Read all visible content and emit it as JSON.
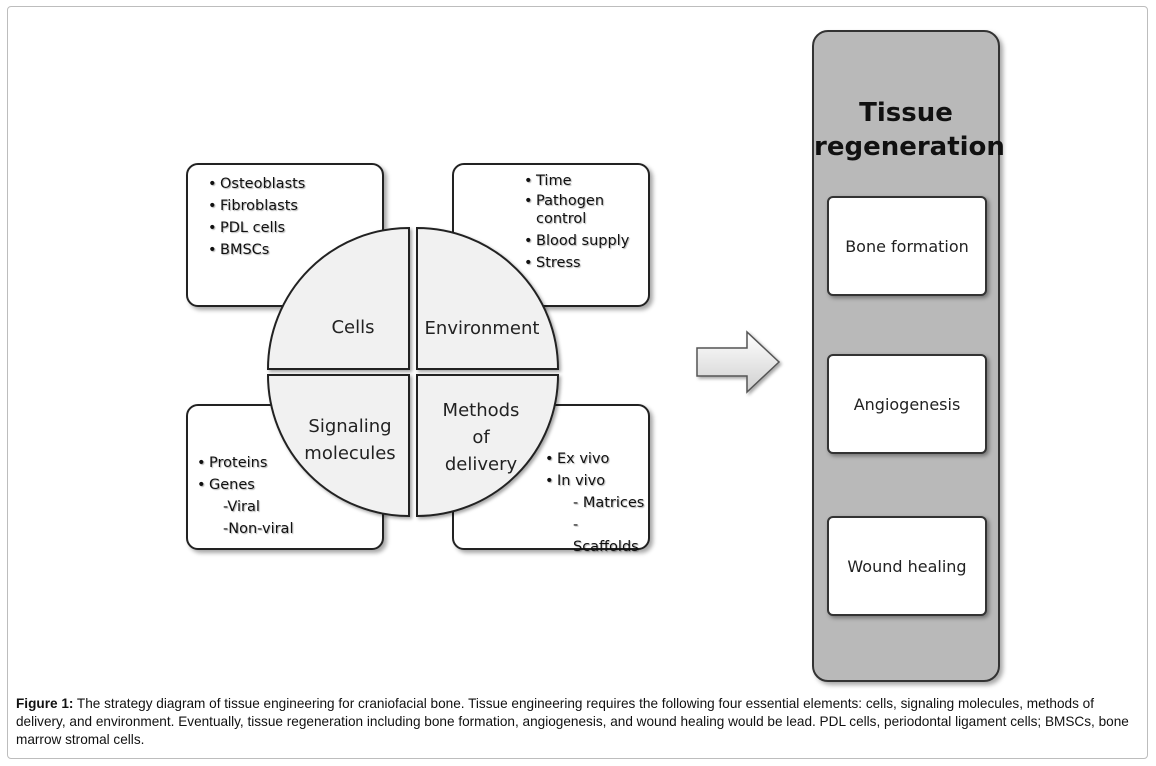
{
  "cells": {
    "title": "Cells",
    "items": [
      "Osteoblasts",
      "Fibroblasts",
      "PDL cells",
      "BMSCs"
    ]
  },
  "environment": {
    "title": "Environment",
    "items": [
      "Time",
      "Pathogen control",
      "Blood supply",
      "Stress"
    ]
  },
  "signaling": {
    "title_line1": "Signaling",
    "title_line2": "molecules",
    "items": [
      "Proteins",
      "Genes"
    ],
    "subitems": [
      "-Viral",
      "-Non-viral"
    ]
  },
  "delivery": {
    "title_line1": "Methods",
    "title_line2": "of",
    "title_line3": "delivery",
    "items": [
      "Ex vivo",
      "In vivo"
    ],
    "subitems": [
      "- Matrices",
      "- Scaffolds"
    ]
  },
  "regeneration": {
    "title_line1": "Tissue",
    "title_line2": "regeneration",
    "outcomes": [
      "Bone formation",
      "Angiogenesis",
      "Wound healing"
    ]
  },
  "caption": {
    "label": "Figure 1:",
    "text": " The strategy diagram of tissue engineering for craniofacial bone. Tissue engineering requires the following four essential elements: cells, signaling molecules, methods of delivery, and environment. Eventually, tissue regeneration including bone formation, angiogenesis, and wound healing would be lead. PDL cells, periodontal ligament cells; BMSCs, bone marrow stromal cells."
  },
  "colors": {
    "panel": "#b9b9b9",
    "quadrant_fill": "#f1f1f1",
    "outline": "#222222"
  },
  "icons": {
    "arrow": "right-arrow-icon"
  }
}
